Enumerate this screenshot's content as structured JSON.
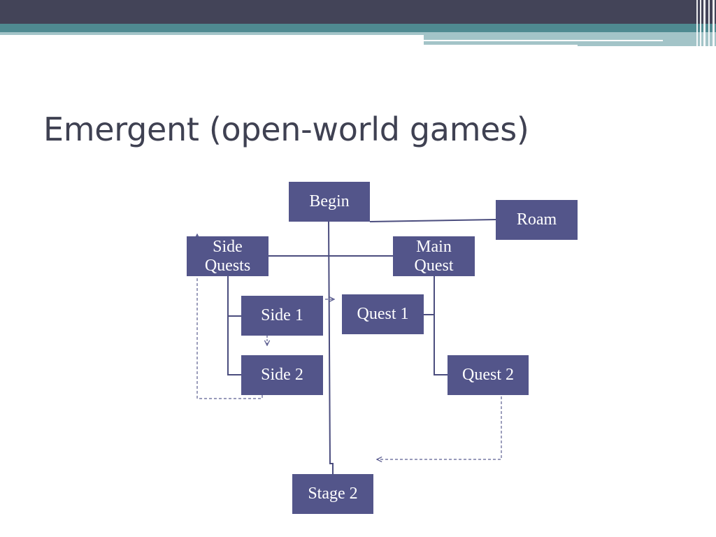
{
  "slide": {
    "title": "Emergent (open-world games)"
  },
  "colors": {
    "header_dark": "#434458",
    "header_teal": "#4f8a91",
    "header_light": "#a3c4c8",
    "node_fill": "#53558a",
    "node_text": "#ffffff",
    "connector": "#4b4d7e",
    "title_text": "#3f4152"
  },
  "diagram": {
    "nodes": {
      "begin": "Begin",
      "roam": "Roam",
      "side_quests": "Side\nQuests",
      "main_quest": "Main\nQuest",
      "side1": "Side 1",
      "quest1": "Quest 1",
      "side2": "Side 2",
      "quest2": "Quest 2",
      "stage2": "Stage 2"
    }
  }
}
